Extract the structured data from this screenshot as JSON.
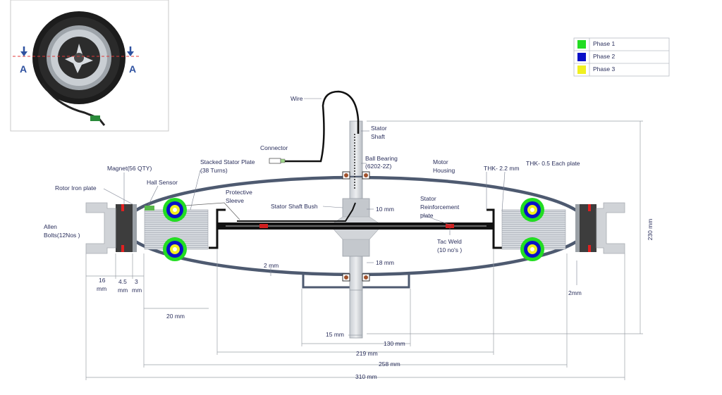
{
  "legend": [
    {
      "label": "Phase 1",
      "color": "#22dd22"
    },
    {
      "label": "Phase 2",
      "color": "#0a10c8"
    },
    {
      "label": "Phase 3",
      "color": "#f0f020"
    }
  ],
  "section_marks": {
    "left": "A",
    "right": "A"
  },
  "labels": {
    "wire": "Wire",
    "stator_shaft_1": "Stator",
    "stator_shaft_2": "Shaft",
    "connector": "Connector",
    "ball_bearing_1": "Ball Bearing",
    "ball_bearing_2": "(6202-2Z)",
    "motor_housing_1": "Motor",
    "motor_housing_2": "Housing",
    "thk_22": "THK- 2.2 mm",
    "thk_05": "THK- 0.5 Each plate",
    "magnet": "Magnet(56 QTY)",
    "stacked_1": "Stacked Stator Plate",
    "stacked_2": "(38 Turns)",
    "rotor_iron": "Rotor Iron plate",
    "hall_sensor": "Hall Sensor",
    "protective_1": "Protective",
    "protective_2": "Sleeve",
    "stator_shaft_bush": "Stator Shaft Bush",
    "stator_reinf_1": "Stator",
    "stator_reinf_2": "Reinforcement",
    "stator_reinf_3": "plate",
    "allen_1": "Allen",
    "allen_2": "Bolts(12Nos )",
    "tac_weld_1": "Tac Weld",
    "tac_weld_2": "(10 no's )"
  },
  "dimensions": {
    "d10": "10 mm",
    "d18": "18 mm",
    "d230": "230 mm",
    "d2mm_top": "2 mm",
    "d2mm_right": "2mm",
    "d16a": "16",
    "d16b": "mm",
    "d45a": "4.5",
    "d45b": "mm",
    "d3a": "3",
    "d3b": "mm",
    "d20": "20 mm",
    "d15": "15 mm",
    "d130": "130 mm",
    "d219": "219 mm",
    "d258": "258 mm",
    "d310": "310 mm"
  }
}
